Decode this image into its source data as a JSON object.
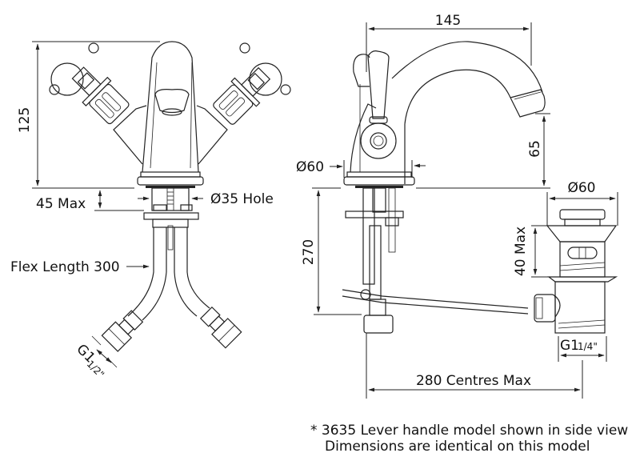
{
  "title": "Basin mixer technical drawing",
  "front_view": {
    "height_label": "125",
    "max_thickness_label": "45 Max",
    "hole_label": "Ø35 Hole",
    "flex_label": "Flex Length 300",
    "thread_label_main": "G1",
    "thread_label_frac": "1/2\""
  },
  "side_view": {
    "reach_label": "145",
    "spout_height_label": "65",
    "base_diameter_label": "Ø60",
    "below_deck_label": "270",
    "centres_label": "280 Centres Max"
  },
  "waste": {
    "diameter_label": "Ø60",
    "height_label": "40 Max",
    "thread_label_main": "G1",
    "thread_label_frac": "1/4\""
  },
  "notes": {
    "line1_star": "*",
    "line1": "3635 Lever handle model shown in side view",
    "line2": "Dimensions are identical on this model"
  }
}
